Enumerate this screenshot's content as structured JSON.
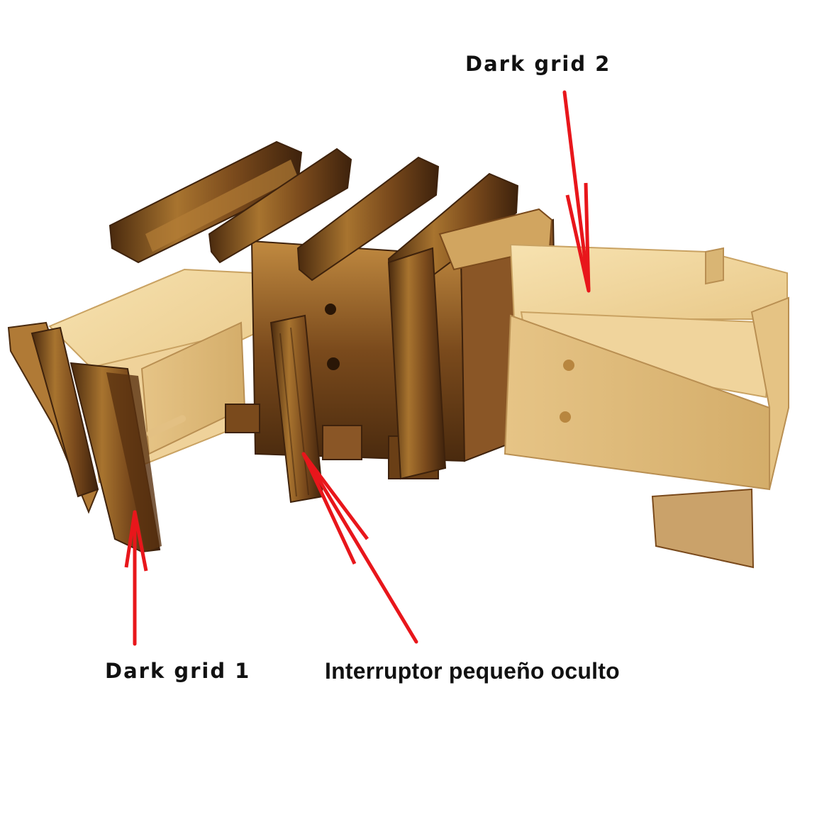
{
  "labels": {
    "dark_grid_2": "Dark grid 2",
    "dark_grid_1": "Dark grid 1",
    "hidden_switch": "Interruptor pequeño oculto"
  },
  "colors": {
    "background": "#ffffff",
    "light_wood": "#f2d9a0",
    "burnt_wood": "#7a4a1c",
    "dark_burn": "#3e220c",
    "arrow_red": "#e8161b",
    "label_text": "#111111"
  }
}
